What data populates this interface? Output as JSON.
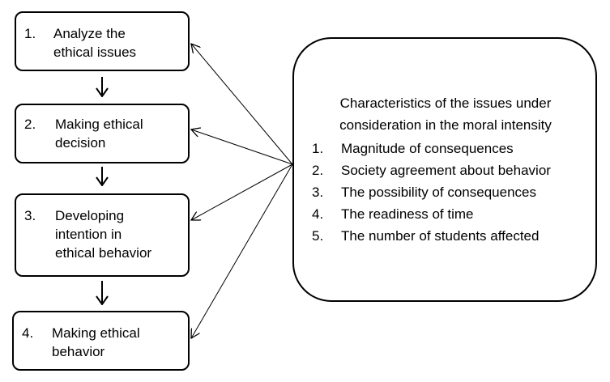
{
  "steps": [
    {
      "number": "1.",
      "text": "Analyze the\nethical issues"
    },
    {
      "number": "2.",
      "text": "Making ethical\ndecision"
    },
    {
      "number": "3.",
      "text": "Developing\nintention in\nethical behavior"
    },
    {
      "number": "4.",
      "text": "Making ethical\nbehavior"
    }
  ],
  "characteristics": {
    "title": "Characteristics of the issues under\nconsideration in the moral intensity",
    "items": [
      {
        "number": "1.",
        "text": "Magnitude of consequences"
      },
      {
        "number": "2.",
        "text": "Society agreement about behavior"
      },
      {
        "number": "3.",
        "text": "The possibility of consequences"
      },
      {
        "number": "4.",
        "text": "The readiness of time"
      },
      {
        "number": "5.",
        "text": "The number of students affected"
      }
    ]
  },
  "colors": {
    "stroke": "#000000",
    "background": "#ffffff"
  }
}
